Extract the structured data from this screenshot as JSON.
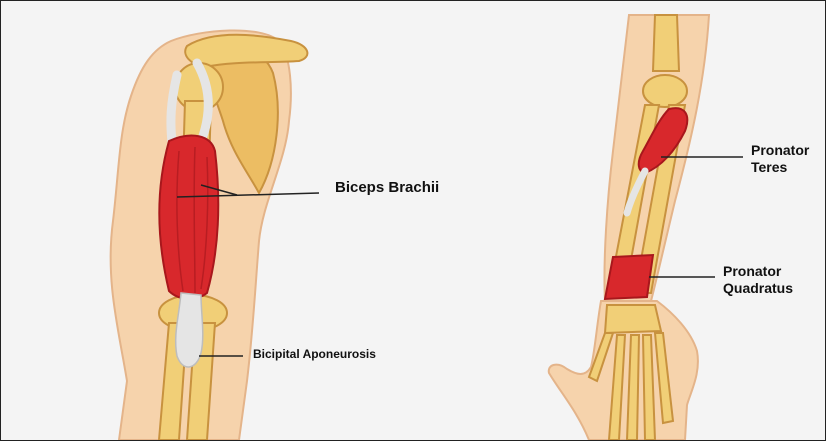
{
  "labels": {
    "biceps_brachii": "Biceps Brachii",
    "bicipital_aponeurosis": "Bicipital Aponeurosis",
    "pronator_teres": "Pronator\nTeres",
    "pronator_quadratus": "Pronator\nQuadratus"
  },
  "colors": {
    "background": "#f4f4f4",
    "skin": "#f6d3ac",
    "bone": "#f1cf77",
    "muscle": "#d8282c",
    "tendon": "#e5e5e5",
    "leader_line": "#222222"
  }
}
